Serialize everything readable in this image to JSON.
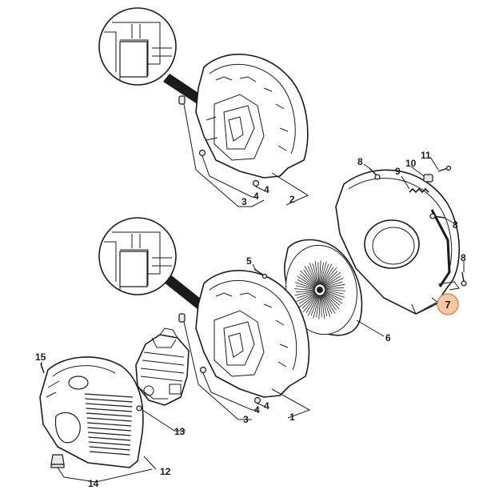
{
  "diagram": {
    "callouts": {
      "c1": "1",
      "c2": "2",
      "c3a": "3",
      "c3b": "3",
      "c4a": "4",
      "c4b": "4",
      "c4c": "4",
      "c5": "5",
      "c6": "6",
      "c7": "7",
      "c8a": "8",
      "c8b": "8",
      "c8c": "8",
      "c9": "9",
      "c10": "10",
      "c11": "11",
      "c12": "12",
      "c13": "13",
      "c14": "14",
      "c15": "15"
    },
    "highlight_color": "#f6c9a4",
    "highlighted_callout": "7"
  }
}
